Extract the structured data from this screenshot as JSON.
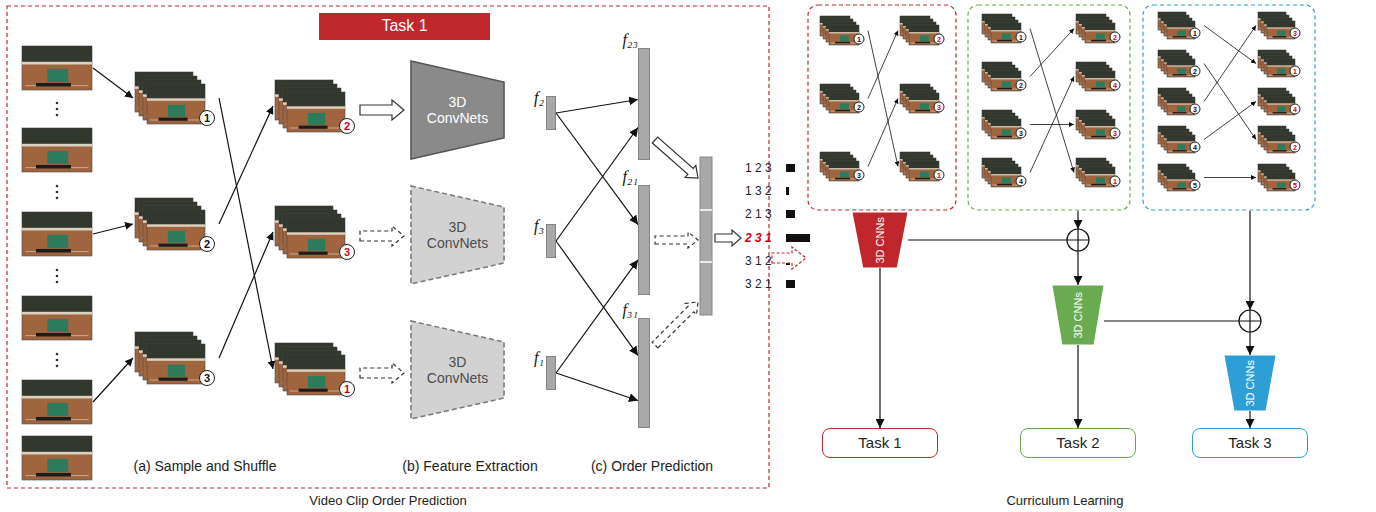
{
  "diagram": {
    "nodes": [
      {
        "text": [
          "Task 1"
        ]
      },
      {
        "text": [
          "3D ConvNets"
        ]
      },
      {
        "text": [
          "f₂"
        ]
      },
      {
        "text": [
          "3D ConvNets"
        ]
      },
      {
        "text": [
          "f₃"
        ]
      },
      {
        "text": [
          "3D ConvNets"
        ]
      },
      {
        "text": [
          "f₁"
        ]
      },
      {
        "text": [
          "f₂₃"
        ]
      },
      {
        "text": [
          "f₂₁"
        ]
      },
      {
        "text": [
          "f₃₁"
        ]
      },
      {
        "text": [
          "3D CNNs"
        ]
      },
      {
        "text": [
          "Task 1"
        ]
      },
      {
        "text": [
          "3D CNNs"
        ]
      },
      {
        "text": [
          "Task 2"
        ]
      },
      {
        "text": [
          "3D CNNs"
        ]
      },
      {
        "text": [
          "Task 3"
        ]
      }
    ],
    "edges": [
      {
        "from": 2,
        "to": 7,
        "arrow": "to"
      },
      {
        "from": 2,
        "to": 8,
        "arrow": "to"
      },
      {
        "from": 4,
        "to": 7,
        "arrow": "to"
      },
      {
        "from": 4,
        "to": 9,
        "arrow": "to"
      },
      {
        "from": 6,
        "to": 8,
        "arrow": "to"
      },
      {
        "from": 6,
        "to": 9,
        "arrow": "to"
      },
      {
        "from": 10,
        "to": 11,
        "arrow": "to"
      },
      {
        "from": 10,
        "to": 12,
        "arrow": "to"
      },
      {
        "from": 12,
        "to": 13,
        "arrow": "to"
      },
      {
        "from": 12,
        "to": 14,
        "arrow": "to"
      },
      {
        "from": 14,
        "to": 15,
        "arrow": "to"
      }
    ],
    "labels": [
      "1",
      "2",
      "3",
      "2",
      "3",
      "1",
      "1 2 3",
      "1 3 2",
      "2 1 3",
      "2 3 1",
      "3 1 2",
      "3 2 1",
      "(a) Sample and Shuffle",
      "(b) Feature Extraction",
      "(c) Order Prediction",
      "Video Clip Order Prediction",
      "Curriculum Learning",
      "1",
      "2",
      "3",
      "2",
      "3",
      "1",
      "1",
      "2",
      "3",
      "4",
      "2",
      "4",
      "3",
      "1",
      "1",
      "2",
      "3",
      "4",
      "5",
      "3",
      "1",
      "4",
      "2",
      "5"
    ]
  }
}
